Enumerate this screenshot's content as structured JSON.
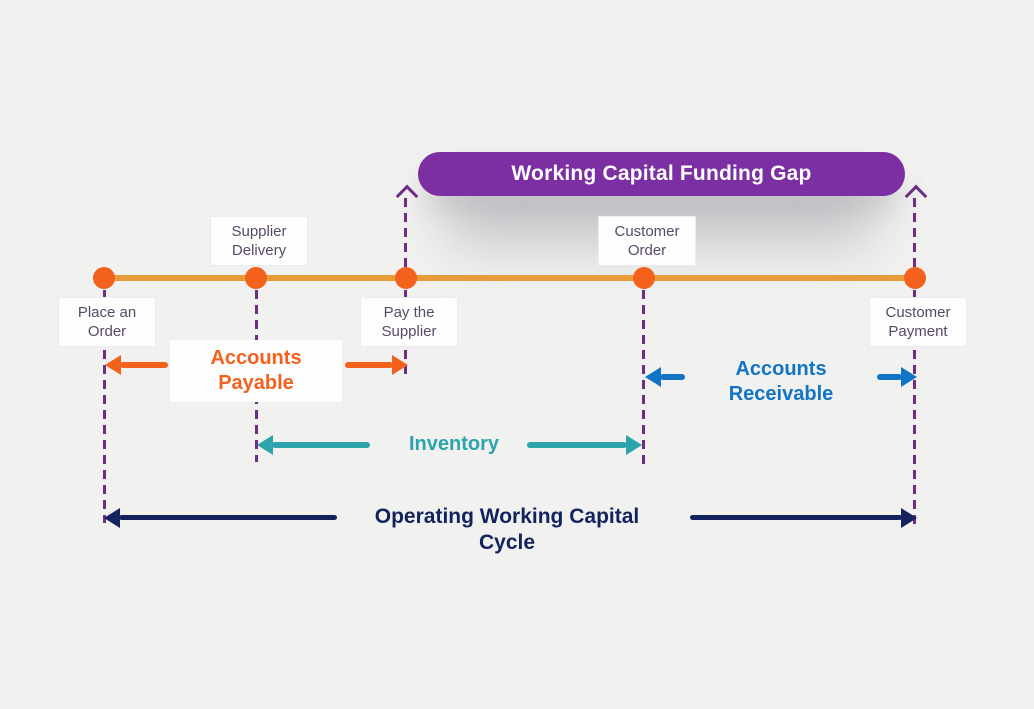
{
  "banner": {
    "label": "Working Capital Funding Gap"
  },
  "timeline": {
    "events": [
      {
        "label": "Place an Order",
        "side": "below"
      },
      {
        "label": "Supplier Delivery",
        "side": "above"
      },
      {
        "label": "Pay the Supplier",
        "side": "below"
      },
      {
        "label": "Customer Order",
        "side": "above"
      },
      {
        "label": "Customer Payment",
        "side": "below"
      }
    ]
  },
  "flows": {
    "accounts_payable": "Accounts Payable",
    "inventory": "Inventory",
    "accounts_receivable": "Accounts Receivable",
    "operating_cycle": "Operating Working Capital Cycle"
  },
  "colors": {
    "background": "#f1f1f0",
    "banner_purple": "#7b2fa2",
    "timeline_orange": "#ea9b39",
    "dot_orange": "#f4611c",
    "payable_orange": "#f4611c",
    "receivable_blue": "#1174c5",
    "inventory_teal": "#2ba4ab",
    "cycle_navy": "#14235d",
    "connector_purple": "#6e2c87",
    "event_text": "#584a68"
  }
}
